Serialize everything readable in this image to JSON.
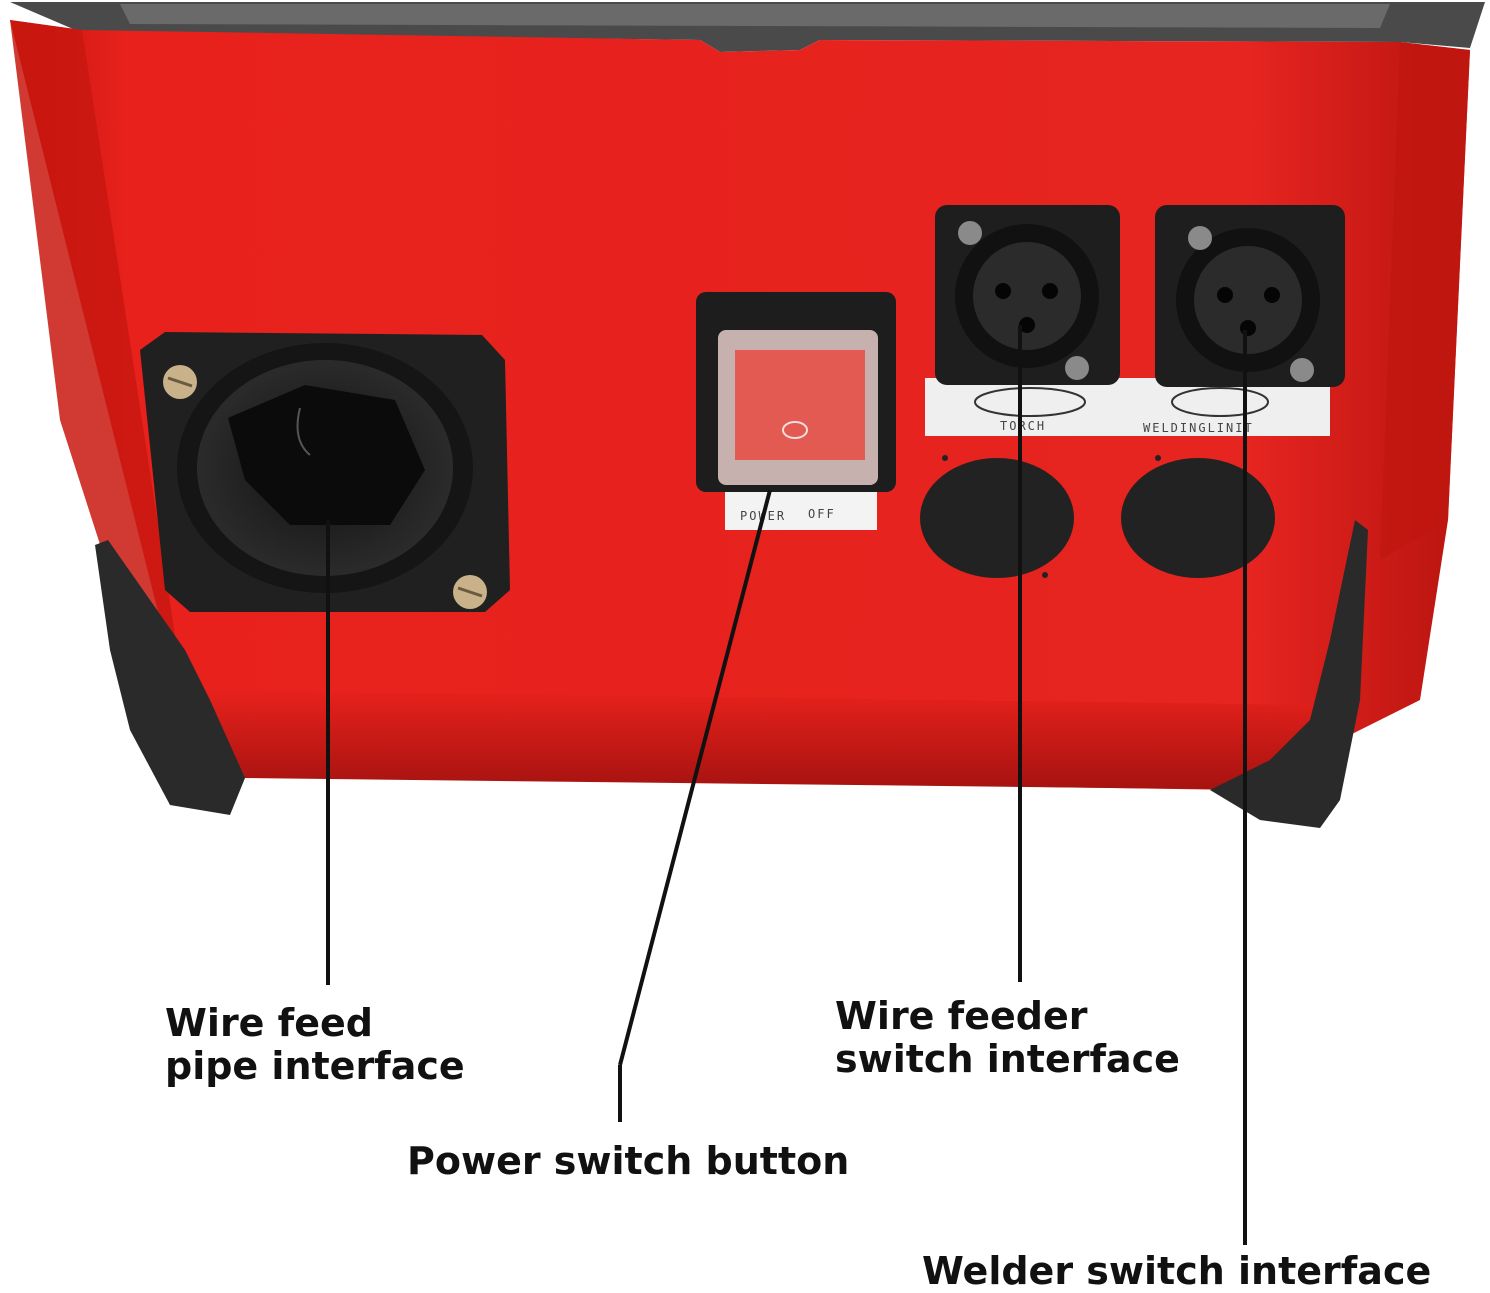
{
  "colors": {
    "housing": "#e8211c",
    "housing_dark": "#c41510",
    "rubber": "#2a2a2a",
    "label_bg": "#f2f2f2",
    "leader_line": "#111111"
  },
  "panel_labels": {
    "power": "POWER",
    "off": "OFF",
    "torch": "TORCH",
    "welding_unit": "WELDINGLINIT"
  },
  "callouts": {
    "wire_feed_pipe": {
      "line1": "Wire feed",
      "line2": "pipe interface"
    },
    "power_switch": {
      "line1": "Power switch button"
    },
    "wire_feeder_switch": {
      "line1": "Wire feeder",
      "line2": "switch interface"
    },
    "welder_switch": {
      "line1": "Welder switch interface"
    }
  }
}
